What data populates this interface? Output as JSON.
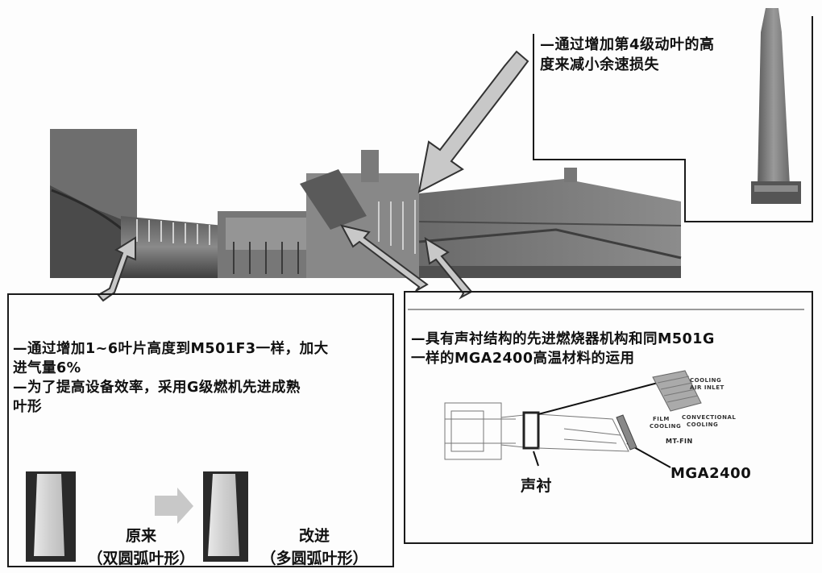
{
  "top_right_note": {
    "line1": "—通过增加第4级动叶的高",
    "line2": "度来减小余速损失"
  },
  "left_panel": {
    "line1": "—通过增加1~6叶片高度到M501F3一样，加大",
    "line2": "进气量6%",
    "line3": "—为了提高设备效率，采用G级燃机先进成熟",
    "line4": "叶形",
    "before_caption": "原来",
    "before_sub": "（双圆弧叶形）",
    "after_caption": "改进",
    "after_sub": "（多圆弧叶形）"
  },
  "right_panel": {
    "line1": "—具有声衬结构的先进燃烧器机构和同M501G",
    "line2": "一样的MGA2400高温材料的运用",
    "label_liner": "声衬",
    "label_material": "MGA2400",
    "small_cooling": "COOLING",
    "small_air_inlet": "AIR INLET",
    "small_film": "FILM",
    "small_film_cooling": "COOLING",
    "small_convectional": "CONVECTIONAL",
    "small_convectional_cooling": "COOLING",
    "small_mtfin": "MT-FIN"
  },
  "colors": {
    "border": "#1a1a1a",
    "machine_dark": "#4a4a4a",
    "machine_mid": "#7a7a7a",
    "arrow_fill": "#c8c8c8"
  }
}
